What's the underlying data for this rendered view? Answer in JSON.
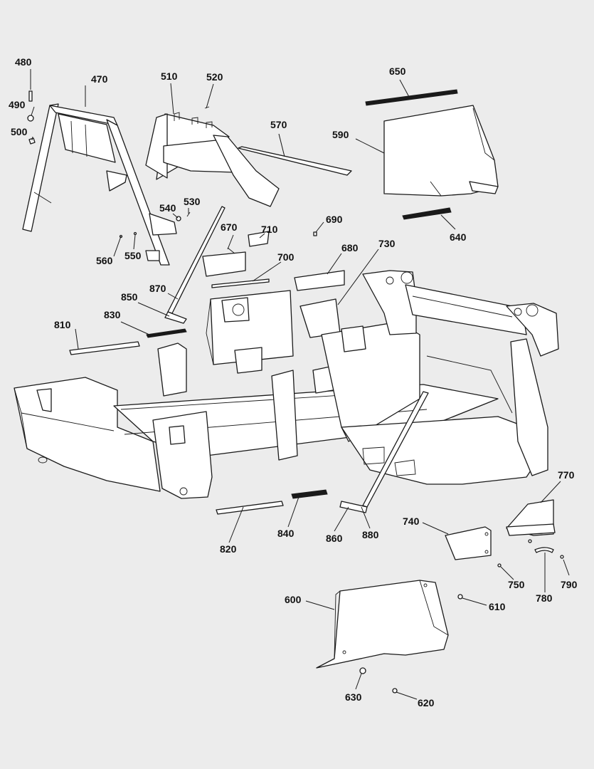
{
  "diagram": {
    "callouts": [
      "480",
      "470",
      "490",
      "500",
      "510",
      "520",
      "570",
      "650",
      "590",
      "540",
      "530",
      "560",
      "550",
      "670",
      "710",
      "690",
      "680",
      "730",
      "700",
      "640",
      "850",
      "870",
      "830",
      "810",
      "820",
      "840",
      "860",
      "880",
      "740",
      "770",
      "750",
      "780",
      "790",
      "600",
      "610",
      "630",
      "620"
    ],
    "colors": {
      "background": "#ececec",
      "line": "#1a1a1a",
      "fill": "#ffffff"
    }
  }
}
